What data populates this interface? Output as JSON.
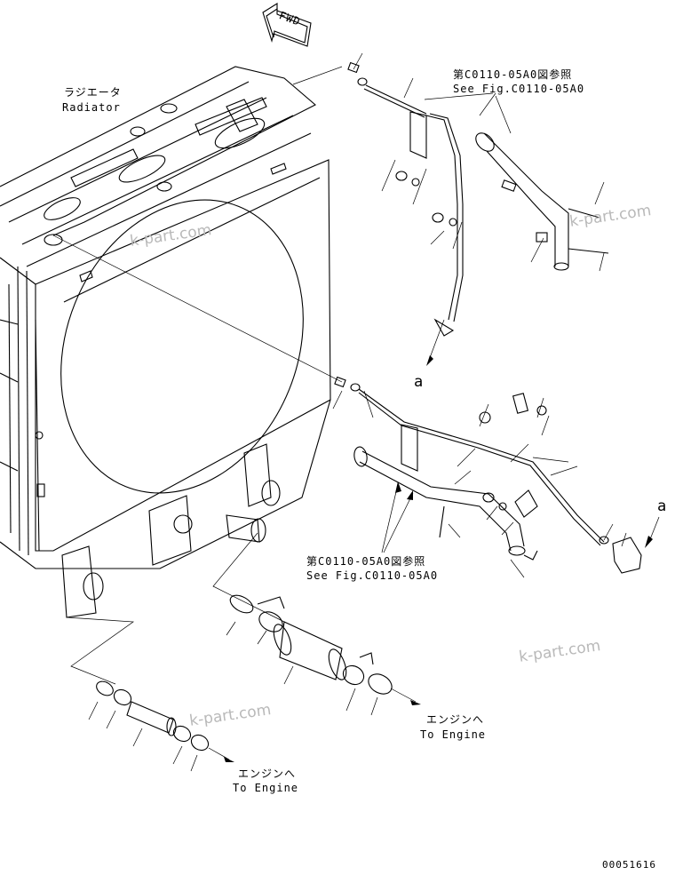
{
  "header": {
    "fwd_label": "FWD"
  },
  "labels": {
    "radiator_jp": "ラジエータ",
    "radiator_en": "Radiator",
    "ref_top_jp": "第C0110-05A0図参照",
    "ref_top_en": "See Fig.C0110-05A0",
    "ref_mid_jp": "第C0110-05A0図参照",
    "ref_mid_en": "See Fig.C0110-05A0",
    "engine_right_jp": "エンジンへ",
    "engine_right_en": "To Engine",
    "engine_left_jp": "エンジンへ",
    "engine_left_en": "To Engine",
    "ref_a_top": "a",
    "ref_a_right": "a",
    "doc_number": "00051616"
  },
  "watermarks": [
    "k-part.com",
    "k-part.com",
    "k-part.com",
    "k-part.com"
  ]
}
